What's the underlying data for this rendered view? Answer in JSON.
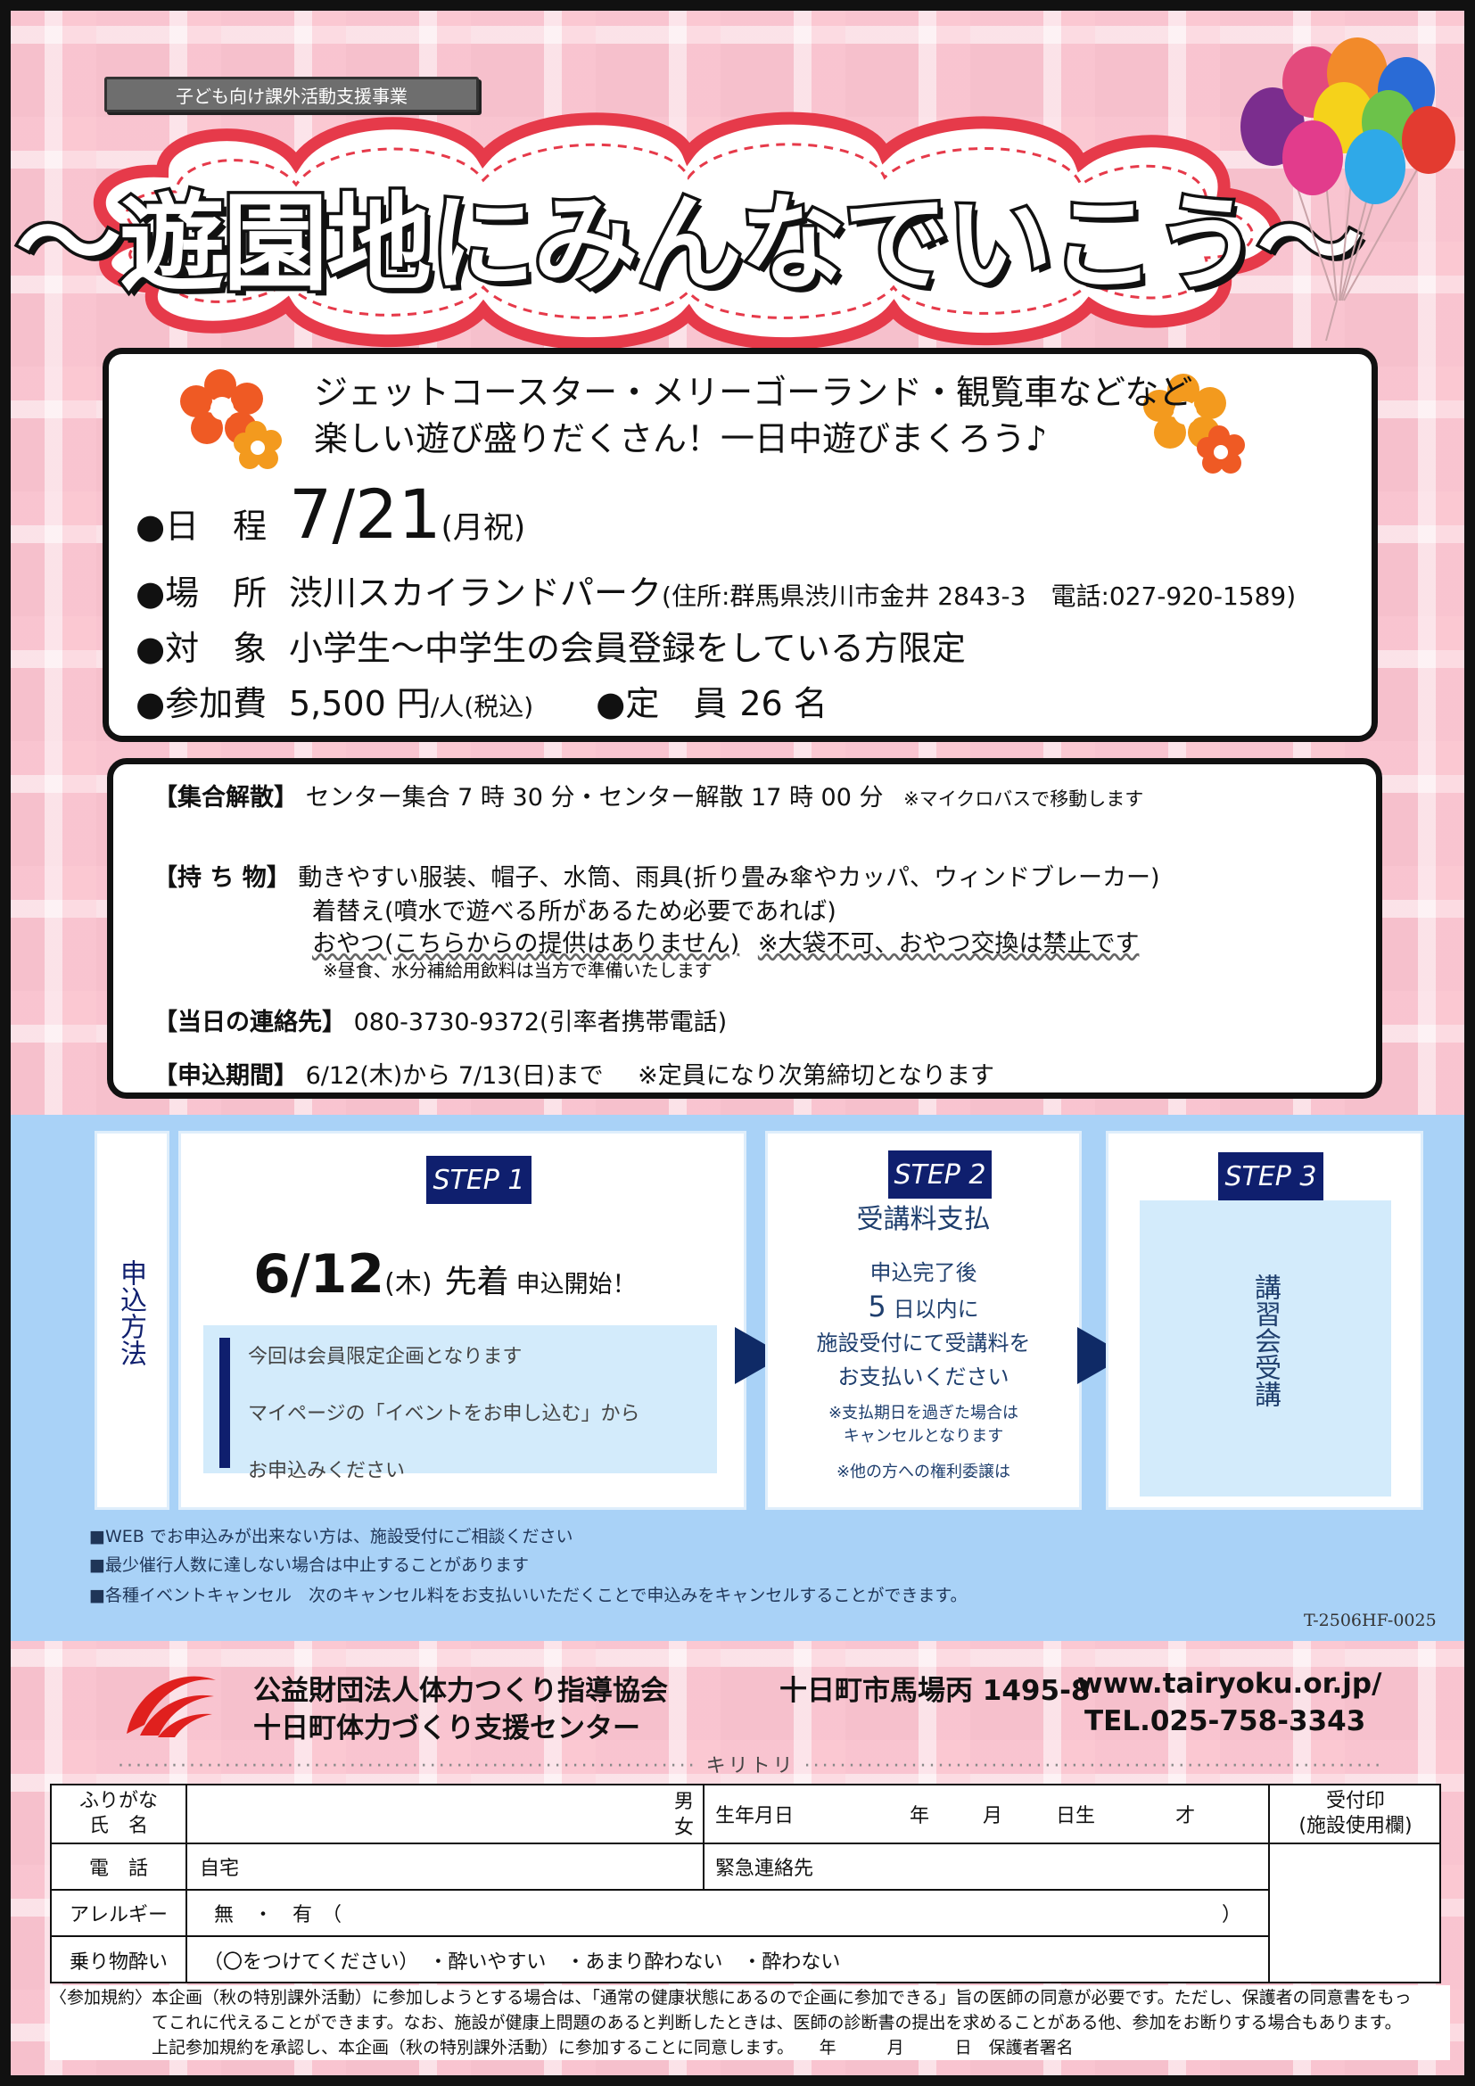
{
  "header": {
    "tag": "子ども向け課外活動支援事業",
    "title": "～遊園地にみんなでいこう～"
  },
  "info": {
    "intro_line1": "ジェットコースター・メリーゴーランド・観覧車などなど",
    "intro_line2": "楽しい遊び盛りだくさん！一日中遊びまくろう♪",
    "date_label": "●日　程",
    "date_value": "7/21",
    "date_suffix": "(月祝)",
    "place_label": "●場　所",
    "place_value": "渋川スカイランドパーク",
    "place_detail": "(住所:群馬県渋川市金井 2843-3　電話:027-920-1589)",
    "target_label": "●対　象",
    "target_value": "小学生～中学生の会員登録をしている方限定",
    "fee_label": "●参加費",
    "fee_value": "5,500 円",
    "fee_unit": "/人(税込)",
    "capacity_label": "●定　員",
    "capacity_value": "26 名"
  },
  "details": {
    "meet_label": "【集合解散】",
    "meet_value": "センター集合 7 時 30 分・センター解散 17 時 00 分",
    "meet_note": "※マイクロバスで移動します",
    "items_label": "【持 ち 物】",
    "items_line1": "動きやすい服装、帽子、水筒、雨具(折り畳み傘やカッパ、ウィンドブレーカー)",
    "items_line2": "着替え(噴水で遊べる所があるため必要であれば)",
    "items_line3": "おやつ(こちらからの提供はありません)",
    "items_line3_note": "※大袋不可、おやつ交換は禁止です",
    "items_line4": "※昼食、水分補給用飲料は当方で準備いたします",
    "contact_label": "【当日の連絡先】",
    "contact_value": "080-3730-9372(引率者携帯電話)",
    "period_label": "【申込期間】",
    "period_value": "6/12(木)から 7/13(日)まで",
    "period_note": "※定員になり次第締切となります"
  },
  "steps": {
    "method_label": "申込方法",
    "step1": {
      "badge": "STEP 1",
      "date": "6/12",
      "weekday": "(木)",
      "lead": "先着",
      "lead_suffix": "申込開始！",
      "line1": "今回は会員限定企画となります",
      "line2": "マイページの「イベントをお申し込む」から",
      "line3": "お申込みください"
    },
    "step2": {
      "badge": "STEP 2",
      "title": "受講料支払",
      "line1": "申込完了後",
      "line2_num": "5",
      "line2": "日以内に",
      "line3": "施設受付にて受講料を",
      "line4": "お支払いください",
      "note1": "※支払期日を過ぎた場合は",
      "note2": "キャンセルとなります",
      "note3": "※他の方への権利委譲は"
    },
    "step3": {
      "badge": "STEP 3",
      "text": "講習会受講"
    },
    "notes": [
      "■WEB でお申込みが出来ない方は、施設受付にご相談ください",
      "■最少催行人数に達しない場合は中止することがあります",
      "■各種イベントキャンセル　次のキャンセル料をお支払いいただくことで申込みをキャンセルすることができます。"
    ],
    "code": "T-2506HF-0025"
  },
  "footer": {
    "org1": "公益財団法人体力つくり指導協会",
    "org2": "十日町体力づくり支援センター",
    "address": "十日町市馬場丙 1495-8",
    "url": "www.tairyoku.or.jp/",
    "tel": "TEL.025-758-3343",
    "cut_line": "キリトリ"
  },
  "form": {
    "furigana": "ふりがな",
    "name": "氏　名",
    "male": "男",
    "female": "女",
    "birth": "生年月日",
    "year": "年",
    "month": "月",
    "day": "日生",
    "age": "才",
    "stamp1": "受付印",
    "stamp2": "(施設使用欄)",
    "phone_label": "電　話",
    "home": "自宅",
    "emergency": "緊急連絡先",
    "allergy_label": "アレルギー",
    "allergy_value": "無　・　有　（",
    "allergy_close": "）",
    "motion_label": "乗り物酔い",
    "motion_value": "（〇をつけてください）　・酔いやすい　・あまり酔わない　・酔わない"
  },
  "terms": {
    "line1": "〈参加規約〉本企画（秋の特別課外活動）に参加しようとする場合は、「通常の健康状態にあるので企画に参加できる」旨の医師の同意が必要です。ただし、保護者の同意書をもっ",
    "line2": "てこれに代えることができます。なお、施設が健康上問題のあると判断したときは、医師の診断書の提出を求めることがある他、参加をお断りする場合もあります。",
    "line3": "上記参加規約を承認し、本企画（秋の特別課外活動）に参加することに同意します。　　年　　　月　　　日　保護者署名"
  },
  "colors": {
    "navy": "#0f1f6e",
    "blue_band": "#a9d2f7",
    "pink_bg": "#f6c0cc",
    "cloud_red": "#e63a4a"
  }
}
